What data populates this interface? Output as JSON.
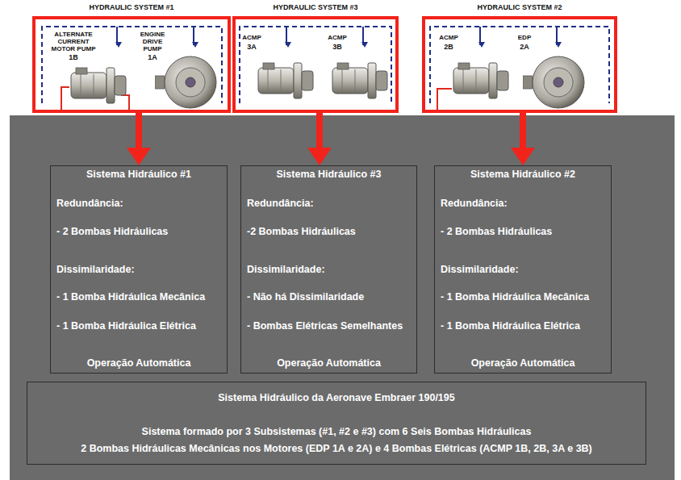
{
  "diagram": {
    "nodes": [
      {
        "text": [
          "HYDRAULIC SYSTEM #1",
          "ALTERNATE CURRENT MOTOR PUMP",
          "1B",
          "ENGINE DRIVE PUMP",
          "1A"
        ]
      },
      {
        "text": [
          "HYDRAULIC SYSTEM #3",
          "ACMP",
          "3A",
          "ACMP",
          "3B"
        ]
      },
      {
        "text": [
          "HYDRAULIC SYSTEM #2",
          "ACMP",
          "2B",
          "EDP",
          "2A"
        ]
      },
      {
        "text": [
          "Sistema Hidráulico #1",
          "Redundância:",
          "- 2 Bombas Hidráulicas",
          "Dissimilaridade:",
          "- 1 Bomba Hidráulica Mecânica",
          "- 1 Bomba Hidráulica Elétrica",
          "Operação Automática"
        ]
      },
      {
        "text": [
          "Sistema Hidráulico #3",
          "Redundância:",
          "-2 Bombas Hidráulicas",
          "Dissimilaridade:",
          "- Não há Dissimilaridade",
          "- Bombas Elétricas Semelhantes",
          "Operação Automática"
        ]
      },
      {
        "text": [
          "Sistema Hidráulico #2",
          "Redundância:",
          "- 2 Bombas Hidráulicas",
          "Dissimilaridade:",
          "- 1 Bomba Hidráulica Mecânica",
          "- 1 Bomba Hidráulica Elétrica",
          "Operação Automática"
        ]
      },
      {
        "text": [
          "Sistema Hidráulico da Aeronave Embraer 190/195",
          "Sistema formado por 3 Subsistemas (#1, #2 e #3) com 6 Seis Bombas Hidráulicas",
          "2 Bombas Hidráulicas Mecânicas nos Motores (EDP 1A e 2A) e 4 Bombas Elétricas (ACMP 1B, 2B, 3A e 3B)"
        ]
      }
    ],
    "edges": [
      {
        "from": 0,
        "to": 3,
        "arrow": "to"
      },
      {
        "from": 1,
        "to": 4,
        "arrow": "to"
      },
      {
        "from": 2,
        "to": 5,
        "arrow": "to"
      }
    ]
  }
}
